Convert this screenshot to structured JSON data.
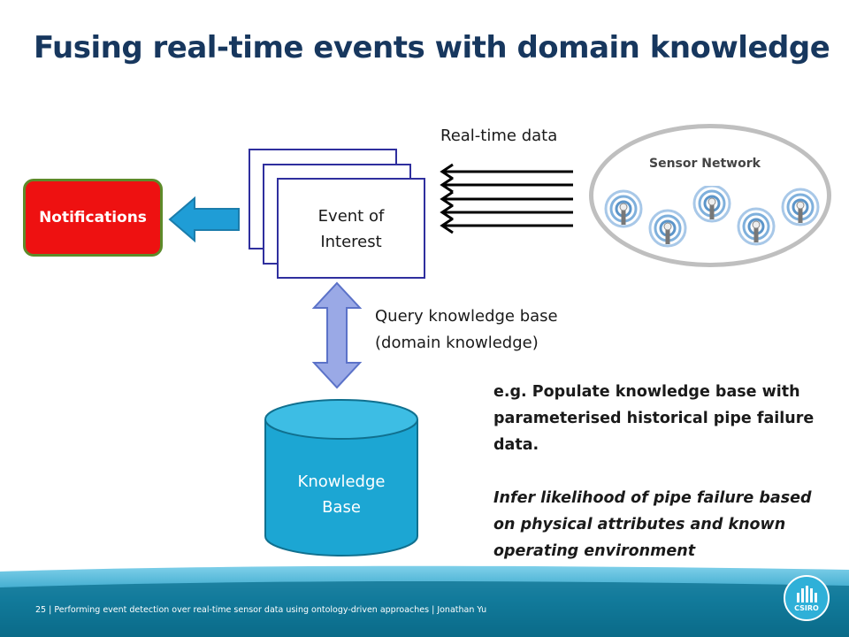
{
  "slide": {
    "title": "Fusing real-time events with domain knowledge"
  },
  "diagram": {
    "notifications_label": "Notifications",
    "event_label_line1": "Event of",
    "event_label_line2": "Interest",
    "realtime_label": "Real-time data",
    "sensor_network_label": "Sensor Network",
    "query_line1": "Query knowledge base",
    "query_line2": "(domain knowledge)",
    "kb_line1": "Knowledge",
    "kb_line2": "Base"
  },
  "notes": {
    "bold_line1": "e.g. Populate knowledge base with",
    "bold_line2": "parameterised historical pipe failure",
    "bold_line3": "data.",
    "italic_line1": "Infer likelihood of pipe failure based",
    "italic_line2": "on physical attributes and known",
    "italic_line3": "operating environment"
  },
  "footer": {
    "text": "25  |  Performing event detection over real-time sensor data using ontology-driven approaches | Jonathan Yu",
    "logo_text": "CSIRO"
  },
  "colors": {
    "title": "#17375e",
    "notification_fill": "#ee1111",
    "notification_border": "#5d8b2a",
    "arrow_fill": "#1f9dd6",
    "kb_fill": "#1ca6d3",
    "double_arrow_fill": "#9aa9e6",
    "footer_bg": "#0a5f7a"
  }
}
